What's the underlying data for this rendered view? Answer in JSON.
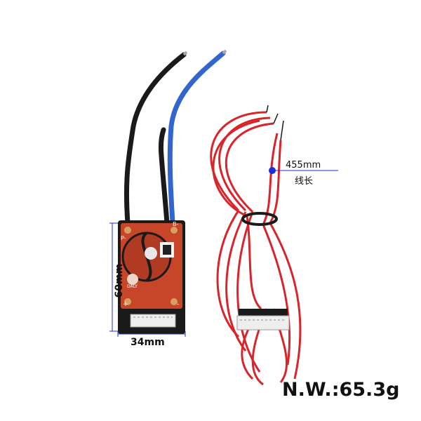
{
  "product": {
    "board_height": "60mm",
    "board_width": "34mm",
    "wire_length": "455mm",
    "wire_length_cn": "线长",
    "net_weight": "N.W.:65.3g"
  },
  "board": {
    "pad_p_minus": "P-",
    "pad_b_minus": "B-",
    "pad_plus": "+",
    "pad_minus": "-",
    "logo_text": "DALY"
  },
  "colors": {
    "board": "#c7462a",
    "wire_red": "#d8242a",
    "wire_blue": "#3366cc",
    "wire_black": "#1a1a1a",
    "marker_dot": "#1c2fd6"
  }
}
